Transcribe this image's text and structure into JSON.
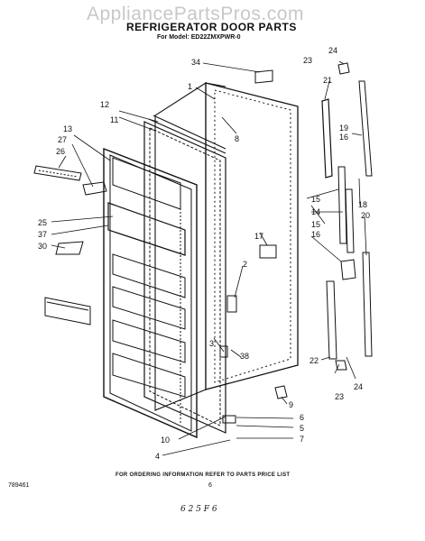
{
  "watermark": "AppliancePartsPros.com",
  "title": "REFRIGERATOR DOOR PARTS",
  "model": "For Model: ED22ZMXPWR-0",
  "footer_note": "FOR ORDERING INFORMATION REFER TO PARTS PRICE LIST",
  "code_left": "789461",
  "page_number": "6",
  "handwritten": "6 2 5  F  6",
  "callouts": {
    "c1": "1",
    "c2": "2",
    "c3": "3",
    "c4": "4",
    "c5": "5",
    "c6": "6",
    "c7": "7",
    "c8": "8",
    "c9": "9",
    "c10": "10",
    "c11": "11",
    "c12": "12",
    "c13": "13",
    "c14": "14",
    "c15a": "15",
    "c15b": "15",
    "c16a": "16",
    "c16b": "16",
    "c17": "17",
    "c18": "18",
    "c19": "19",
    "c20": "20",
    "c21": "21",
    "c22": "22",
    "c23a": "23",
    "c23b": "23",
    "c24a": "24",
    "c24b": "24",
    "c25": "25",
    "c26": "26",
    "c27": "27",
    "c30": "30",
    "c34": "34",
    "c37": "37",
    "c38": "38"
  }
}
